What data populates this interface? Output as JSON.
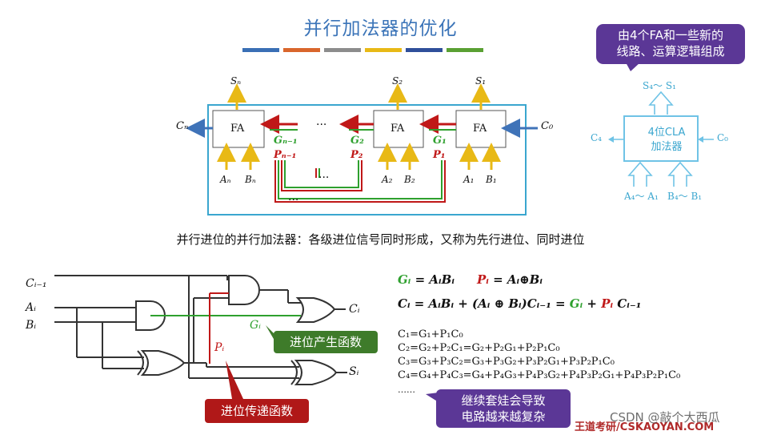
{
  "title": "并行加法器的优化",
  "color_bars": [
    "#3a6fb5",
    "#d9662c",
    "#8c8c8c",
    "#e8b916",
    "#2f4f9a",
    "#5aa033"
  ],
  "callouts": {
    "top_right": "由4个FA和一些新的\n线路、运算逻辑组成",
    "carry_generate": "进位产生函数",
    "carry_propagate": "进位传递函数",
    "complexity": "继续套娃会导致\n电路越来越复杂"
  },
  "description": "并行进位的并行加法器：各级进位信号同时形成，又称为先行进位、同时进位",
  "adder_diagram": {
    "block_label": "FA",
    "outputs": [
      "Sₙ",
      "S₂",
      "S₁"
    ],
    "carry_out": "Cₙ",
    "carry_in": "C₀",
    "generate_labels": [
      "Gₙ₋₁",
      "G₂",
      "G₁"
    ],
    "propagate_labels": [
      "Pₙ₋₁",
      "P₂",
      "P₁"
    ],
    "inputs_a": [
      "Aₙ",
      "A₂",
      "A₁"
    ],
    "inputs_b": [
      "Bₙ",
      "B₂",
      "B₁"
    ],
    "ellipsis": "···"
  },
  "cla_block": {
    "label_line1": "4位CLA",
    "label_line2": "加法器",
    "outputs": "S₄～ S₁",
    "carry_out": "C₄",
    "carry_in": "C₀",
    "inputs_a": "A₄～ A₁",
    "inputs_b": "B₄～ B₁"
  },
  "gate_circuit": {
    "inputs": [
      "Cᵢ₋₁",
      "Aᵢ",
      "Bᵢ"
    ],
    "outputs": [
      "Cᵢ",
      "Sᵢ"
    ],
    "g_label": "Gᵢ",
    "p_label": "Pᵢ"
  },
  "equations": {
    "gi_lhs": "Gᵢ",
    "gi_rhs": " = AᵢBᵢ",
    "pi_lhs": "Pᵢ",
    "pi_rhs": " = Aᵢ⊕Bᵢ",
    "ci_main": "Cᵢ = AᵢBᵢ + (Aᵢ ⊕ Bᵢ)Cᵢ₋₁ = ",
    "ci_g": "Gᵢ",
    "ci_plus": " + ",
    "ci_p": "Pᵢ",
    "ci_tail": " Cᵢ₋₁",
    "c1": "C₁=G₁+P₁C₀",
    "c2": "C₂=G₂+P₂C₁=G₂+P₂G₁+P₂P₁C₀",
    "c3": "C₃=G₃+P₃C₂=G₃+P₃G₂+P₃P₂G₁+P₃P₂P₁C₀",
    "c4": "C₄=G₄+P₄C₃=G₄+P₄G₃+P₄P₃G₂+P₄P₃P₂G₁+P₄P₃P₂P₁C₀",
    "more": "……"
  },
  "watermark": {
    "logo": "王道考研/CSKAOYAN.COM",
    "csdn": "CSDN @敲个大西瓜"
  },
  "colors": {
    "blue_frame": "#3aa6cf",
    "red_line": "#c01818",
    "green_line": "#2ea02e",
    "yellow_arrow": "#e8b916",
    "blue_arrow": "#3f73b8"
  }
}
